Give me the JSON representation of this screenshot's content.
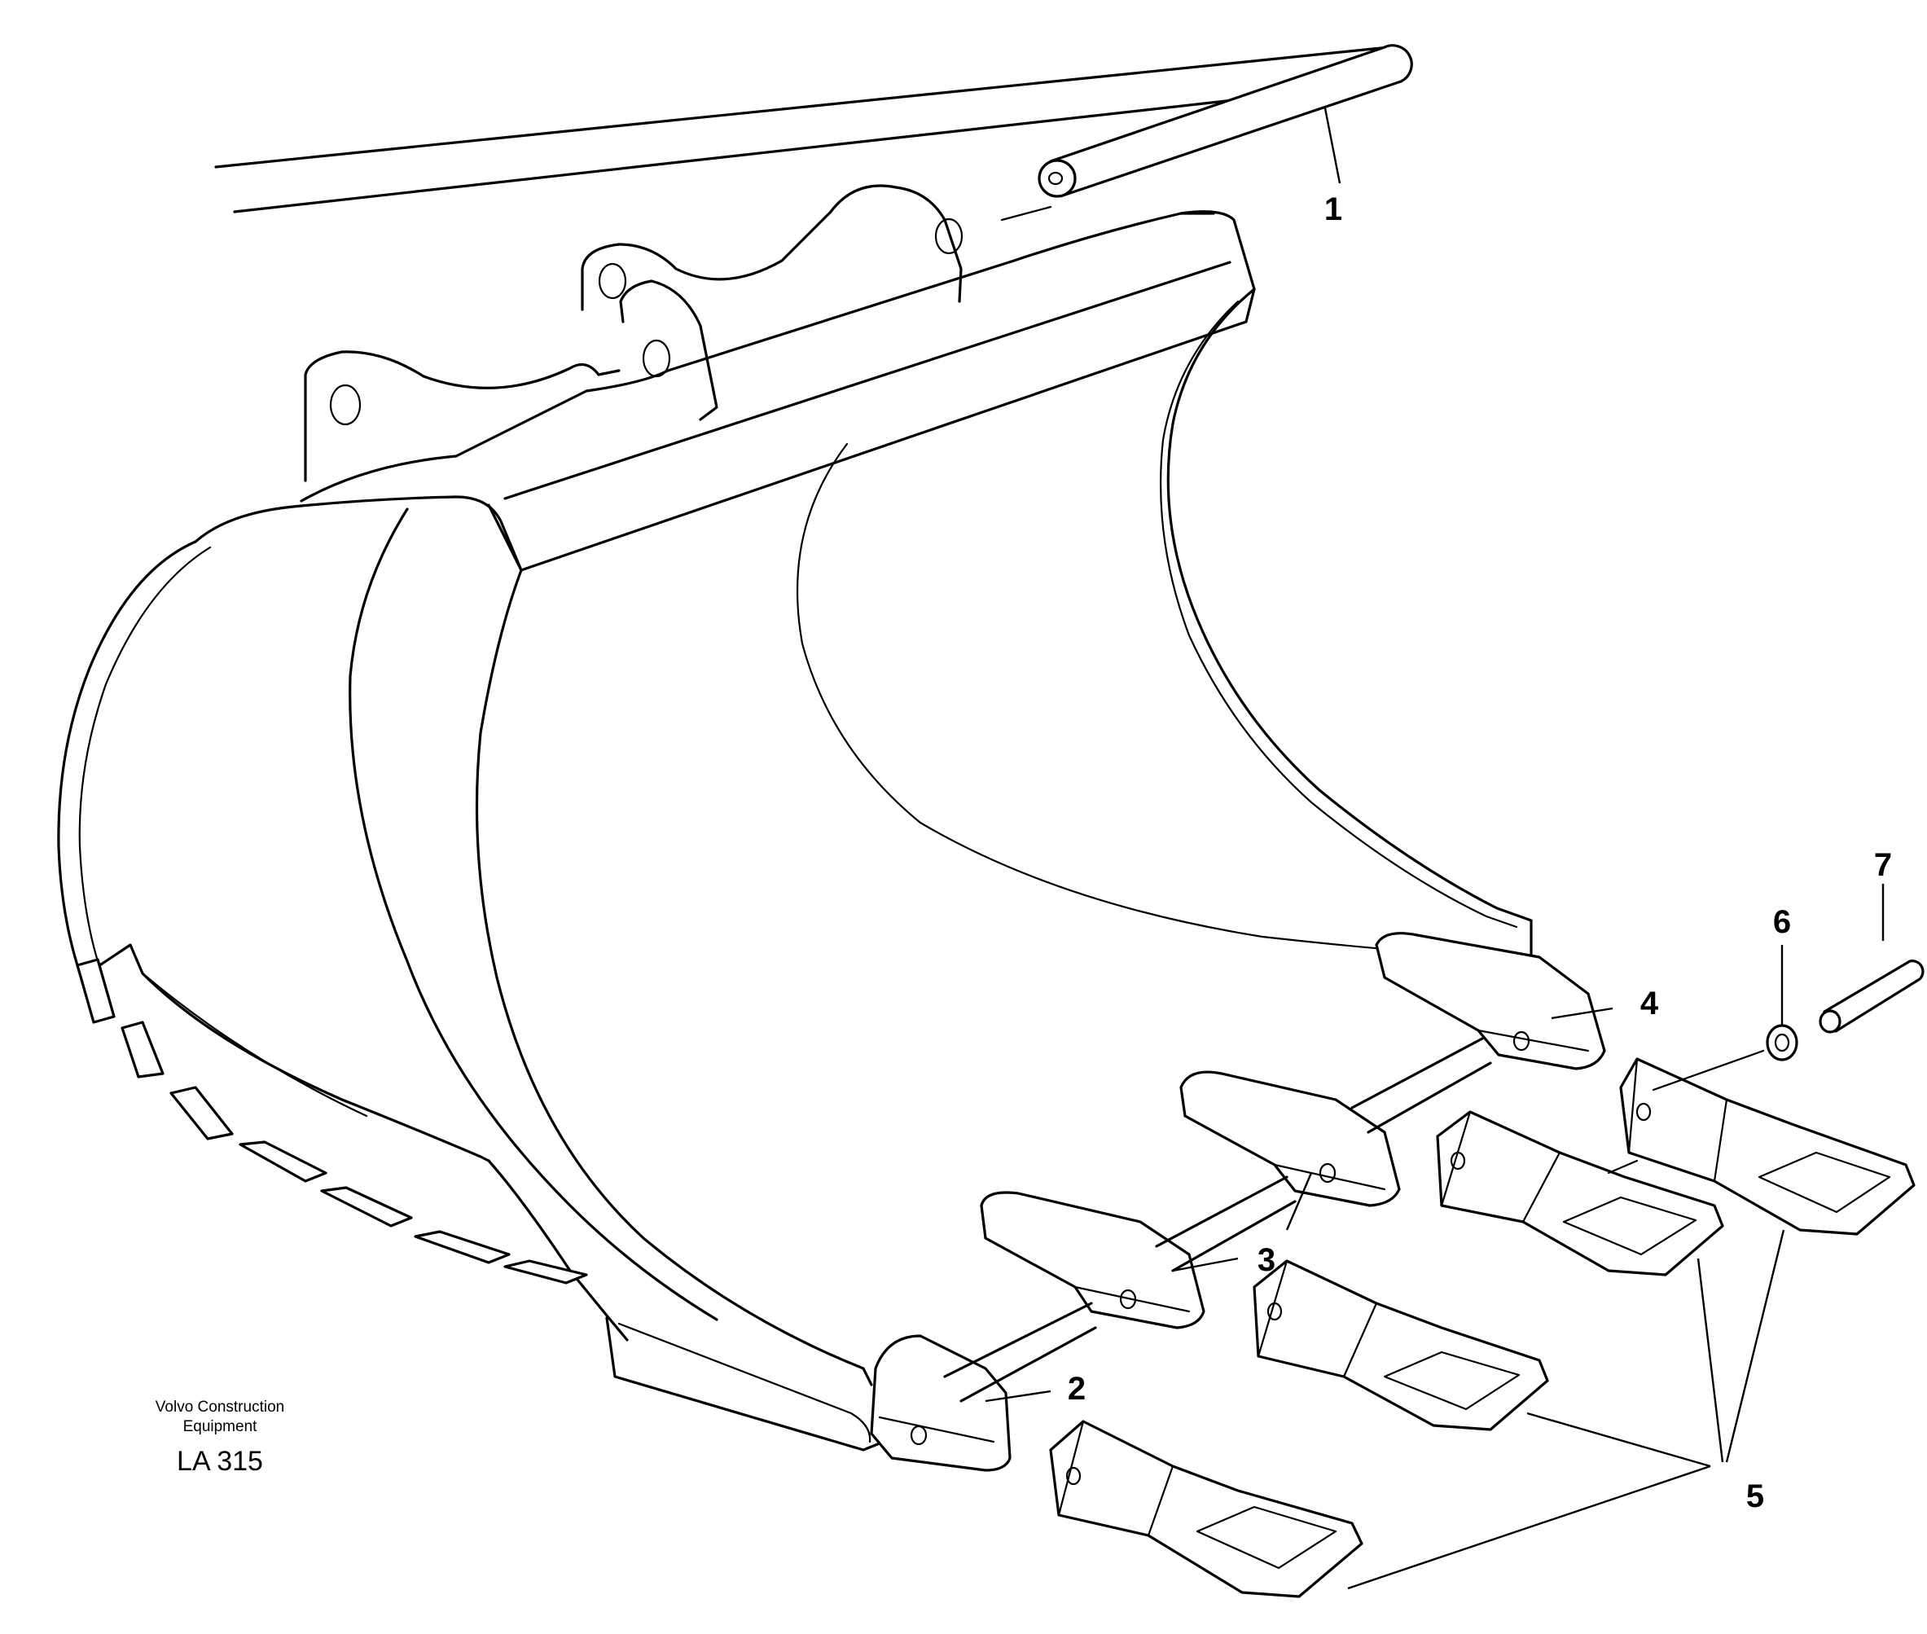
{
  "callouts": {
    "c1": "1",
    "c2": "2",
    "c3": "3",
    "c4": "4",
    "c5": "5",
    "c6": "6",
    "c7": "7"
  },
  "caption": {
    "line1": "Volvo Construction",
    "line2": "Equipment",
    "code": "LA 315"
  }
}
